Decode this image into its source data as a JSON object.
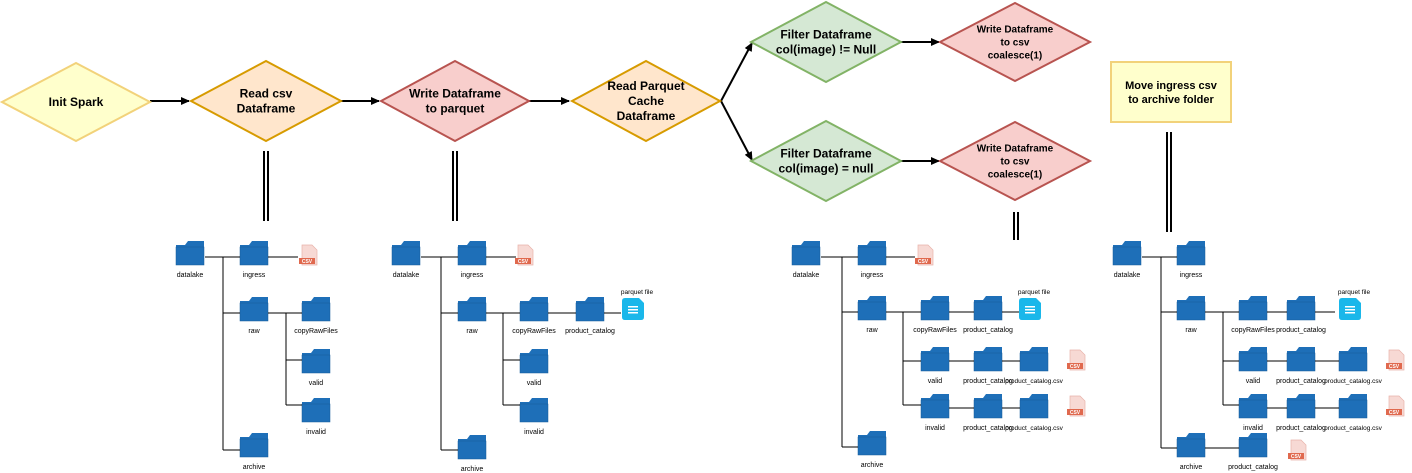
{
  "colors": {
    "yellow_fill": "#ffffcc",
    "yellow_stroke": "#f2d27a",
    "orange_fill": "#ffe6cc",
    "orange_stroke": "#d79b00",
    "red_fill": "#f8cecc",
    "red_stroke": "#b85450",
    "green_fill": "#d5e8d4",
    "green_stroke": "#82b366",
    "folder": "#1e6fb8",
    "parquet_icon": "#1ab7ea",
    "csv_icon": "#e0694e"
  },
  "icons": {
    "folder": "folder-icon",
    "csv": "csv-file-icon",
    "parquet": "parquet-file-icon"
  },
  "flow": {
    "init_spark": "Init Spark",
    "read_csv": [
      "Read csv",
      "Dataframe"
    ],
    "write_parquet": [
      "Write Dataframe",
      "to parquet"
    ],
    "read_parquet": [
      "Read Parquet",
      "Cache",
      "Dataframe"
    ],
    "filter_not_null": [
      "Filter Dataframe",
      "col(image) != Null"
    ],
    "filter_null": [
      "Filter Dataframe",
      "col(image) = null"
    ],
    "write_csv_top": [
      "Write Dataframe",
      "to csv",
      "coalesce(1)"
    ],
    "write_csv_bottom": [
      "Write Dataframe",
      "to csv",
      "coalesce(1)"
    ],
    "move_ingress": [
      "Move ingress csv",
      "to archive folder"
    ]
  },
  "labels": {
    "datalake": "datalake",
    "ingress": "ingress",
    "raw": "raw",
    "archive": "archive",
    "copyRawFiles": "copyRawFiles",
    "valid": "valid",
    "invalid": "invalid",
    "product_catalog": "product_catalog",
    "product_catalog_csv": "product_catalog.csv",
    "parquet_file": "parquet file",
    "csv": "CSV"
  }
}
